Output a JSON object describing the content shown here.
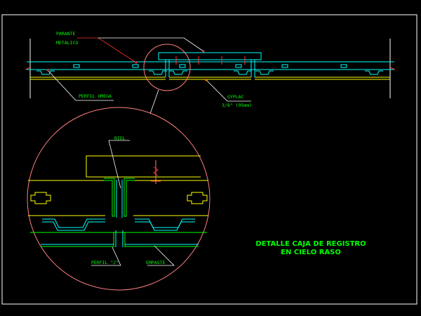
{
  "labels": {
    "parante_line1": "PARANTE",
    "parante_line2": "METALICO",
    "perfil_omega": "PERFIL OMEGA",
    "gyplac": "GYPLAC",
    "gyplac_size": "3/8\" (95mm)",
    "riel": "RIEL",
    "perfil_j": "PERFIL \"J\"",
    "empaste": "EMPASTE"
  },
  "title": {
    "line1": "DETALLE CAJA DE REGISTRO",
    "line2": "EN CIELO RASO"
  },
  "colors": {
    "background": "#000000",
    "frame": "#ffffff",
    "cyan": "#00ffff",
    "yellow": "#ffff00",
    "green": "#00ff00",
    "red": "#ff3030",
    "pink": "#ff8080",
    "white": "#ffffff"
  }
}
